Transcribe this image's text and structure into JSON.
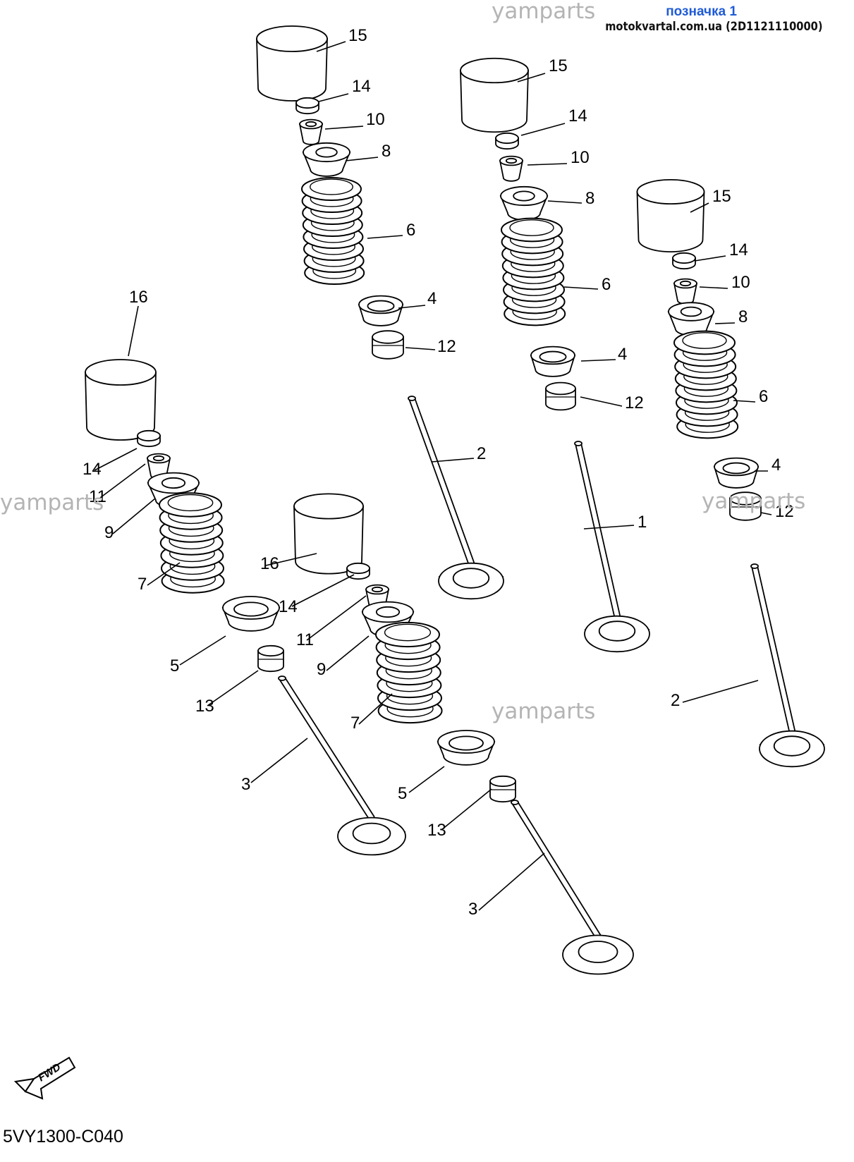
{
  "header": {
    "tag": "позначка 1",
    "source": "motokvartal.com.ua (2D1121110000)"
  },
  "watermark": "yamparts",
  "diagram_code": "5VY1300-C040",
  "fwd_label": "FWD",
  "callouts": [
    "15",
    "14",
    "10",
    "8",
    "6",
    "4",
    "12",
    "15",
    "14",
    "10",
    "8",
    "6",
    "4",
    "12",
    "15",
    "14",
    "10",
    "8",
    "6",
    "4",
    "12",
    "16",
    "14",
    "11",
    "9",
    "7",
    "5",
    "13",
    "3",
    "16",
    "14",
    "11",
    "9",
    "7",
    "5",
    "13",
    "3",
    "2",
    "1",
    "2"
  ],
  "colors": {
    "tag": "#1f5bd6",
    "watermark": "#b4b4b4",
    "line": "#000000"
  }
}
